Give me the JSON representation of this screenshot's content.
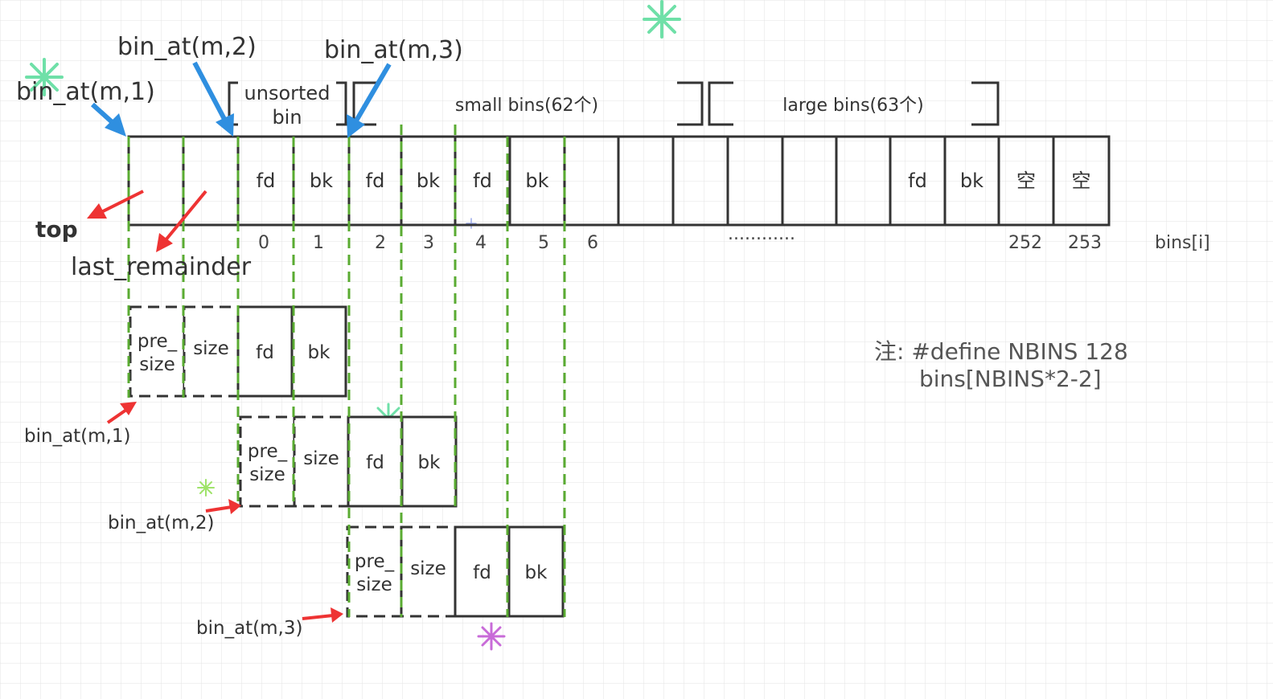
{
  "top_labels": {
    "bin1": "bin_at(m,1)",
    "bin2": "bin_at(m,2)",
    "bin3": "bin_at(m,3)"
  },
  "groups": {
    "unsorted_line1": "unsorted",
    "unsorted_line2": "bin",
    "small": "small bins(62个)",
    "large": "large bins(63个)"
  },
  "bins_cells": [
    "",
    "",
    "fd",
    "bk",
    "fd",
    "bk",
    "fd",
    "bk",
    "",
    "",
    "",
    "",
    "",
    "",
    "fd",
    "bk",
    "空",
    "空"
  ],
  "bins_indices": {
    "i0": "0",
    "i1": "1",
    "i2": "2",
    "i3": "3",
    "i4": "4",
    "i5": "5",
    "i6": "6",
    "dots": "............",
    "i252": "252",
    "i253": "253",
    "name": "bins[i]"
  },
  "pointers": {
    "top": "top",
    "last_remainder": "last_remainder"
  },
  "chunk": {
    "pre_line1": "pre_",
    "pre_line2": "size",
    "size": "size",
    "fd": "fd",
    "bk": "bk"
  },
  "chunk_labels": {
    "c1": "bin_at(m,1)",
    "c2": "bin_at(m,2)",
    "c3": "bin_at(m,3)"
  },
  "note": {
    "line1": "注:  #define  NBINS  128",
    "line2": "bins[NBINS*2-2]"
  },
  "colors": {
    "grid": "#e3e3e3",
    "box": "#333333",
    "guide": "#5aab32",
    "blue_arrow": "#2f8fe0",
    "red_arrow": "#ee3333",
    "snowflake": "#6fe0a8"
  }
}
